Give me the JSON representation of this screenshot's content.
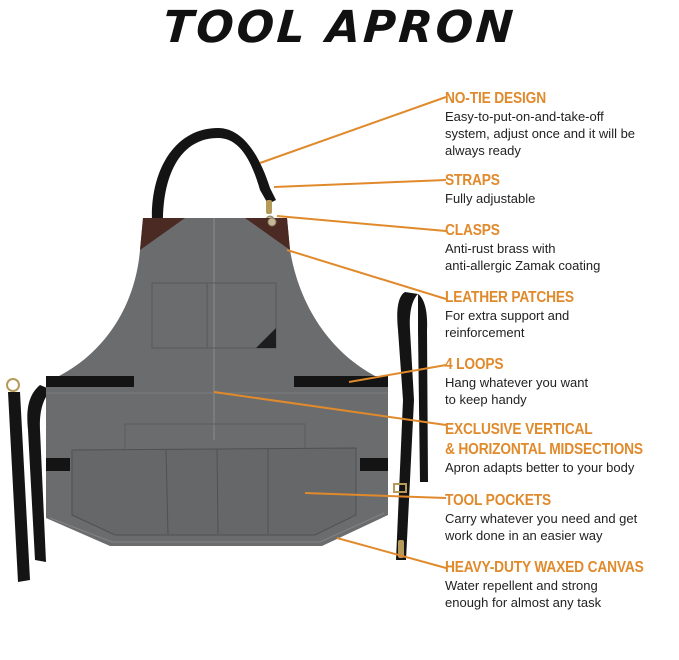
{
  "title": "TOOL APRON",
  "colors": {
    "accent": "#E08A2C",
    "canvas_gray": "#6b6c6e",
    "strap_black": "#141414",
    "leather_brown": "#4a2a22",
    "brass": "#b59a5a",
    "text_dark": "#222222"
  },
  "features": [
    {
      "heading": "NO-TIE DESIGN",
      "desc": [
        "Easy-to-put-on-and-take-off",
        "system, adjust once and it will be",
        "always ready"
      ]
    },
    {
      "heading": "STRAPS",
      "desc": [
        "Fully adjustable"
      ]
    },
    {
      "heading": "CLASPS",
      "desc": [
        "Anti-rust brass with",
        "anti-allergic Zamak coating"
      ]
    },
    {
      "heading": "LEATHER PATCHES",
      "desc": [
        "For extra support and",
        "reinforcement"
      ]
    },
    {
      "heading": "4 LOOPS",
      "desc": [
        "Hang whatever you want",
        "to keep handy"
      ]
    },
    {
      "heading_lines": [
        "EXCLUSIVE VERTICAL",
        "& HORIZONTAL MIDSECTIONS"
      ],
      "desc": [
        "Apron adapts better to your body"
      ]
    },
    {
      "heading": "TOOL POCKETS",
      "desc": [
        "Carry whatever you need and get",
        "work done in an easier way"
      ]
    },
    {
      "heading": "HEAVY-DUTY WAXED CANVAS",
      "desc": [
        "Water repellent and strong",
        "enough for almost any task"
      ]
    }
  ]
}
